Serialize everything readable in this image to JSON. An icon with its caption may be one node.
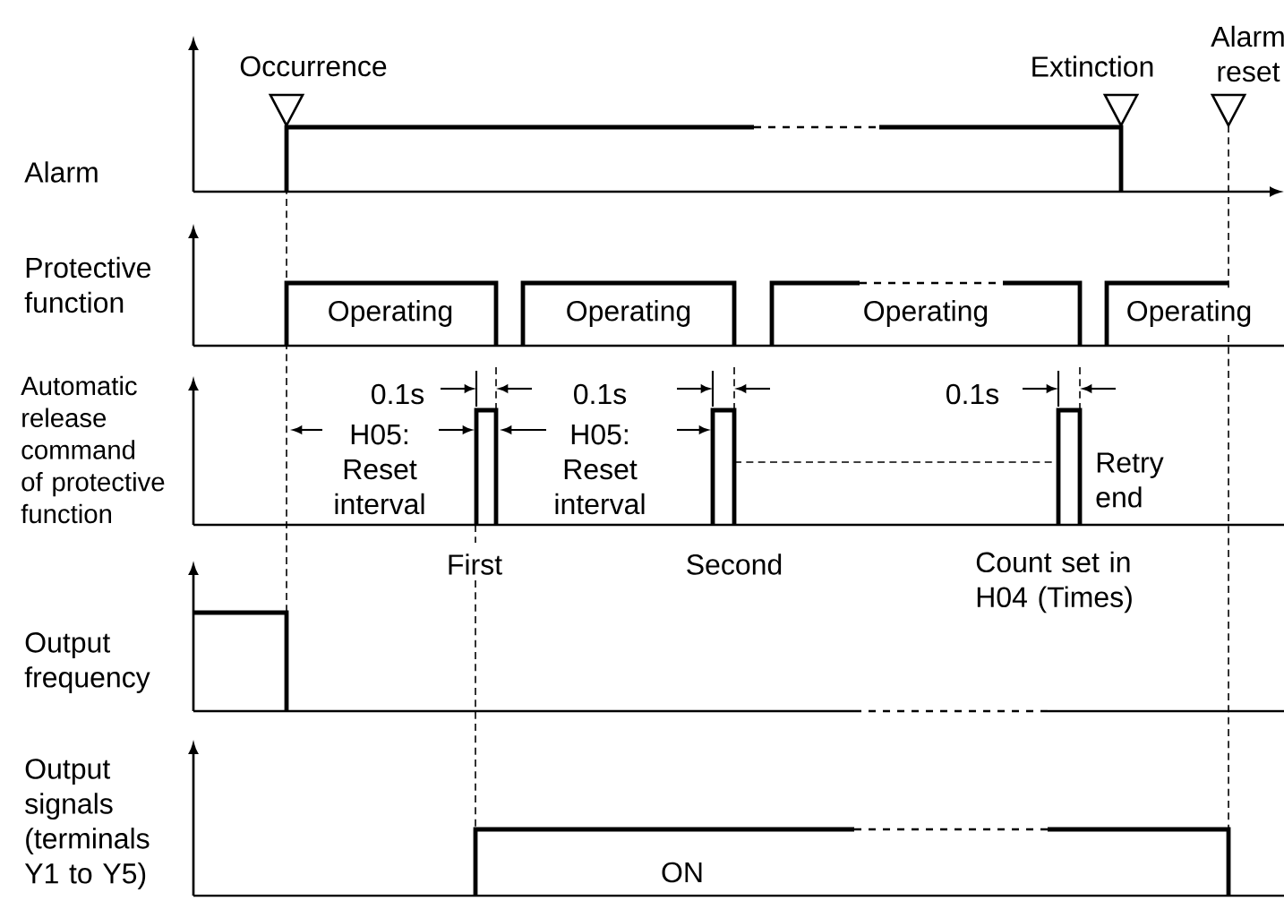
{
  "diagram": {
    "labels": [
      "Occurrence",
      "Extinction",
      "Alarm reset",
      "Alarm",
      "Protective function",
      "Operating",
      "Operating",
      "Operating",
      "Operating",
      "Automatic release command of protective function",
      "0.1s",
      "0.1s",
      "0.1s",
      "H05: Reset interval",
      "H05: Reset interval",
      "Retry end",
      "First",
      "Second",
      "Count set in H04 (Times)",
      "Output frequency",
      "Output signals (terminals Y1 to Y5)",
      "ON"
    ]
  }
}
